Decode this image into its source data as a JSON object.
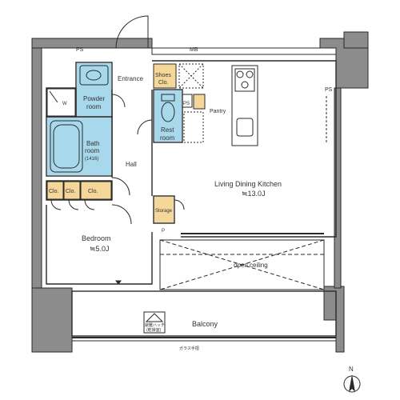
{
  "colors": {
    "wall": "#8c8c8c",
    "line": "#2a2a2a",
    "wet_area": "#a8d8ec",
    "storage": "#f6d79a",
    "background": "#ffffff"
  },
  "labels": {
    "ps_top": "PS",
    "mb": "MB",
    "ps_right": "PS",
    "entrance": "Entrance",
    "shoes_line1": "Shoes",
    "shoes_line2": "Clo.",
    "powder_line1": "Powder",
    "powder_line2": "room",
    "w": "W",
    "ps_mid": "PS",
    "pantry": "Pantry",
    "rest_line1": "Rest",
    "rest_line2": "room",
    "bath_line1": "Bath",
    "bath_line2": "room",
    "bath_size": "(1416)",
    "hall": "Hall",
    "clo1": "Clo.",
    "clo2": "Clo.",
    "clo3": "Clo.",
    "ldk_name": "Living Dining Kitchen",
    "ldk_size": "≒13.0J",
    "storage": "Storage",
    "p": "P",
    "bedroom_name": "Bedroom",
    "bedroom_size": "≒5.0J",
    "open_ceiling": "open ceiling",
    "balcony": "Balcony",
    "hatch_line1": "避難ハッチ",
    "hatch_line2": "(乾燥室)",
    "glass_note": "ガラス手摺",
    "north": "N"
  }
}
